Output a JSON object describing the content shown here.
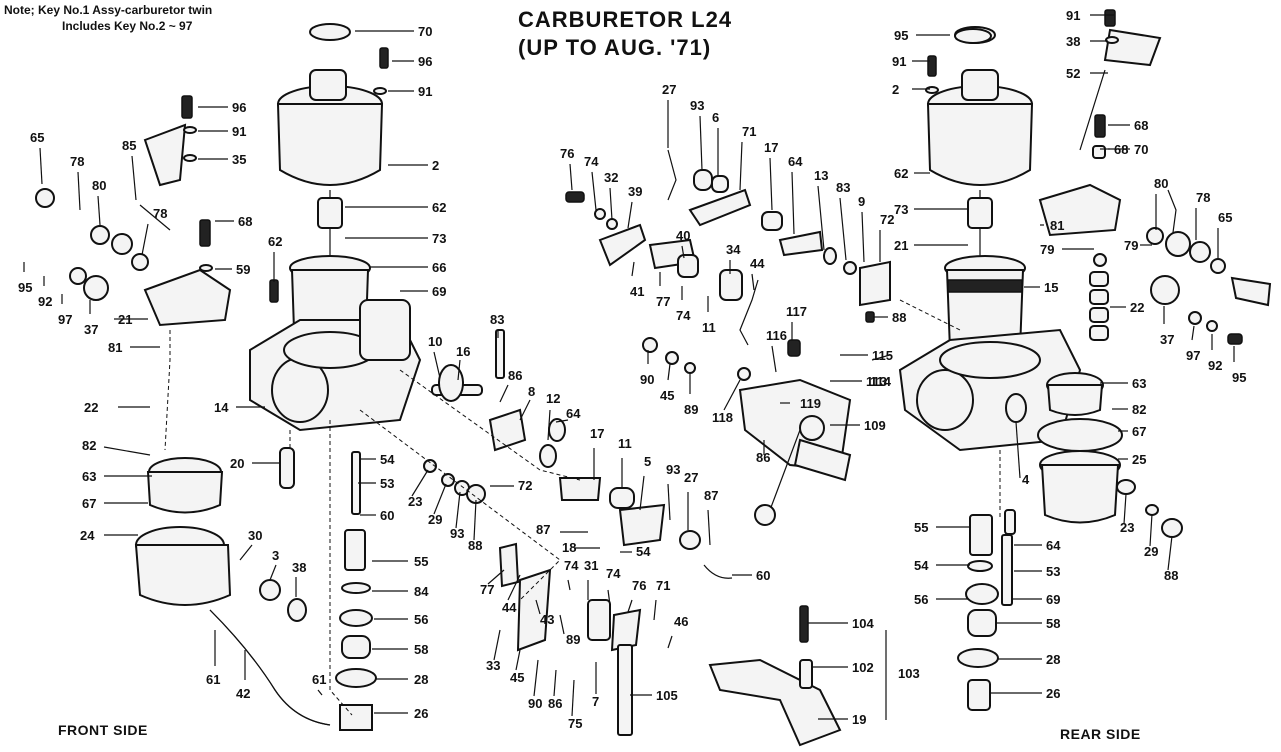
{
  "note": {
    "line1": "Note; Key No.1 Assy-carburetor twin",
    "line2": "Includes Key No.2 ~ 97"
  },
  "title": {
    "line1": "CARBURETOR L24",
    "line2": "(UP TO AUG. '71)"
  },
  "sides": {
    "front": "FRONT SIDE",
    "rear": "REAR SIDE"
  },
  "callouts": [
    "70",
    "96",
    "91",
    "96",
    "91",
    "35",
    "2",
    "65",
    "78",
    "80",
    "85",
    "78",
    "62",
    "68",
    "59",
    "62",
    "73",
    "66",
    "69",
    "95",
    "92",
    "97",
    "37",
    "21",
    "81",
    "22",
    "14",
    "20",
    "82",
    "63",
    "67",
    "24",
    "30",
    "3",
    "38",
    "61",
    "42",
    "61",
    "83",
    "86",
    "8",
    "10",
    "16",
    "12",
    "64",
    "72",
    "54",
    "53",
    "60",
    "23",
    "29",
    "93",
    "88",
    "55",
    "84",
    "56",
    "58",
    "28",
    "26",
    "17",
    "11",
    "5",
    "93",
    "27",
    "87",
    "87",
    "54",
    "18",
    "60",
    "77",
    "44",
    "74",
    "31",
    "74",
    "76",
    "71",
    "46",
    "43",
    "89",
    "33",
    "45",
    "90",
    "86",
    "75",
    "7",
    "105",
    "104",
    "102",
    "103",
    "19",
    "27",
    "93",
    "6",
    "71",
    "76",
    "74",
    "32",
    "39",
    "40",
    "34",
    "44",
    "41",
    "77",
    "74",
    "11",
    "17",
    "64",
    "13",
    "83",
    "9",
    "72",
    "88",
    "90",
    "45",
    "89",
    "118",
    "117",
    "116",
    "115",
    "113",
    "114",
    "119",
    "109",
    "86",
    "91",
    "38",
    "52",
    "68",
    "70",
    "95",
    "91",
    "2",
    "62",
    "73",
    "21",
    "81",
    "79",
    "80",
    "78",
    "65",
    "79",
    "68",
    "15",
    "22",
    "37",
    "97",
    "92",
    "95",
    "63",
    "82",
    "67",
    "25",
    "4",
    "23",
    "29",
    "88",
    "55",
    "54",
    "56",
    "64",
    "53",
    "69",
    "58",
    "28",
    "26"
  ]
}
